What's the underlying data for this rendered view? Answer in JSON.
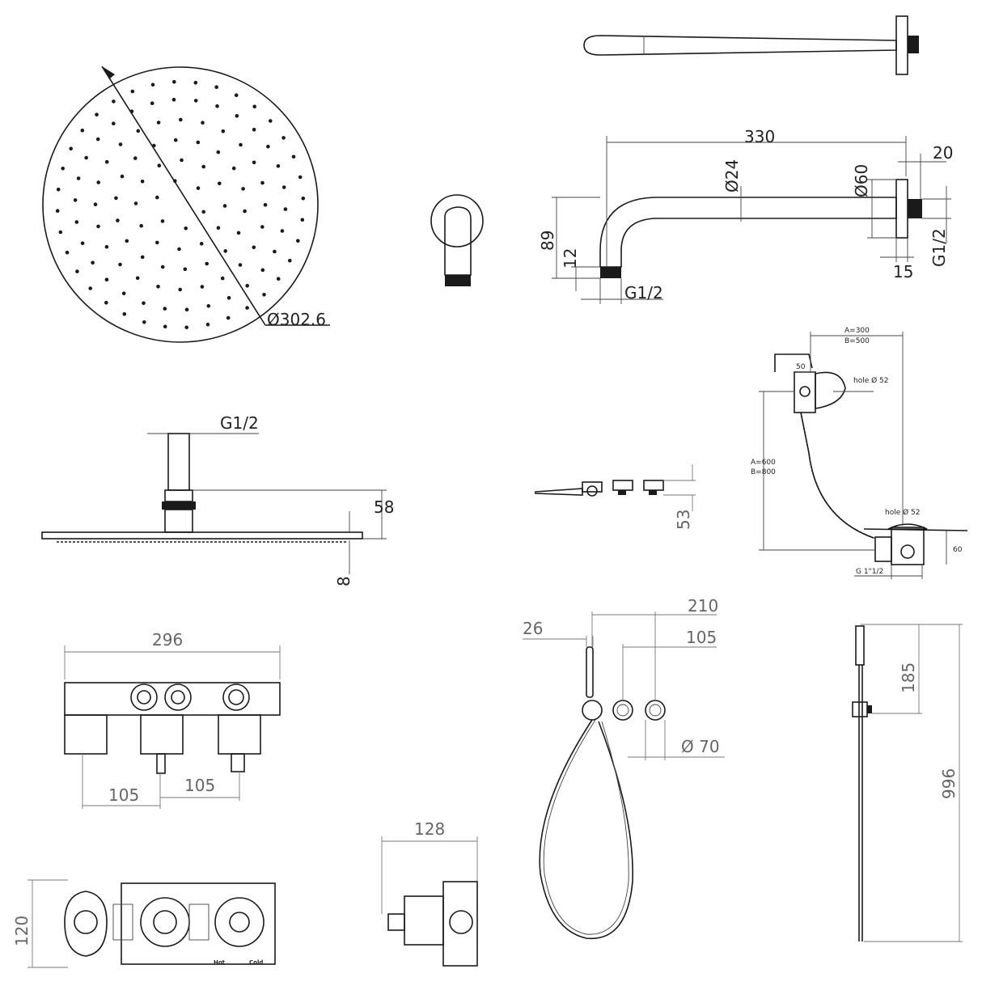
{
  "colors": {
    "line": "#1a1a1a",
    "dim_text": "#222222",
    "dim_text_grey": "#666666",
    "background": "#ffffff"
  },
  "shower_head": {
    "diameter": "Ø302.6"
  },
  "shower_arm": {
    "length": "330",
    "pipe_diameter": "Ø24",
    "flange_diameter": "Ø60",
    "flange_depth": "20",
    "drop": "89",
    "thread_length": "12",
    "thread_outlet": "G1/2",
    "thread_wall": "G1/2",
    "flange_thickness": "15"
  },
  "side_head": {
    "thread": "G1/2",
    "height": "58",
    "plate_thickness": "8"
  },
  "bath_filler": {
    "length_ab": "A=300\nB=500",
    "length_a": "A=300",
    "length_b": "B=500",
    "offset": "50",
    "hole_top": "hole Ø 52",
    "height_a": "A=600",
    "height_b": "B=800",
    "hole_bottom": "hole Ø 52",
    "depth": "60",
    "thread": "G 1\"1/2"
  },
  "valve_plate": {
    "height": "53"
  },
  "handset": {
    "width_total": "210",
    "spacing": "105",
    "wall_outlet": "26",
    "rosette": "Ø 70",
    "holder": "185",
    "hose": "996"
  },
  "valve_body": {
    "width": "296",
    "spacing_1": "105",
    "spacing_2": "105",
    "depth": "120",
    "label_hot": "Hot",
    "label_cold": "Cold"
  },
  "diverter": {
    "depth": "128"
  }
}
